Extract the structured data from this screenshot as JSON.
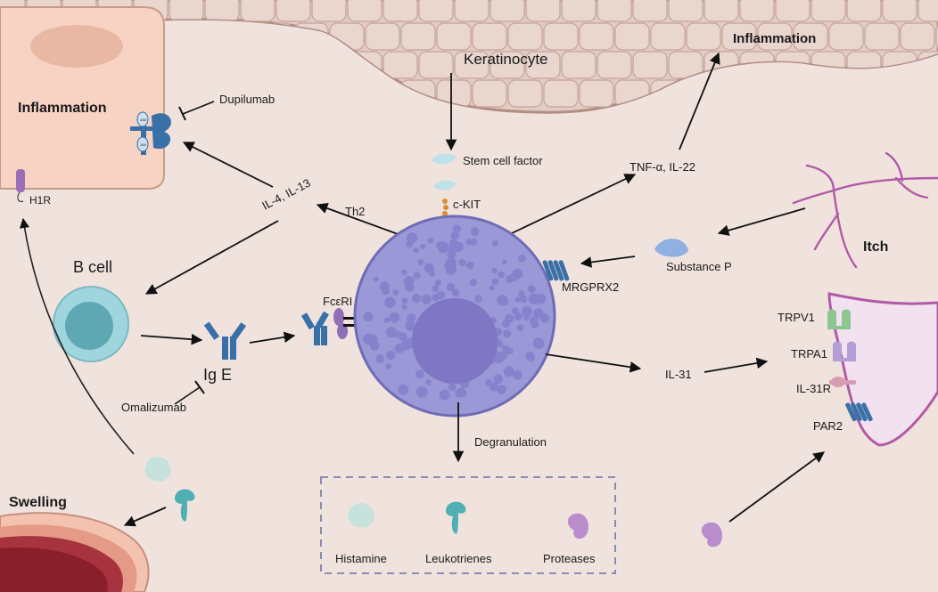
{
  "labels": {
    "keratinocyte": "Keratinocyte",
    "inflammation_left": "Inflammation",
    "inflammation_top": "Inflammation",
    "dupilumab": "Dupilumab",
    "jak": "JAK",
    "h1r": "H1R",
    "il4_il13": "IL-4, IL-13",
    "th2": "Th2",
    "stem_cell_factor": "Stem cell factor",
    "c_kit": "c-KIT",
    "tnf_il22": "TNF-α, IL-22",
    "substance_p": "Substance P",
    "itch": "Itch",
    "mrgprx2": "MRGPRX2",
    "b_cell": "B cell",
    "fceri": "FcεRI",
    "ige": "Ig E",
    "omalizumab": "Omalizumab",
    "trpv1": "TRPV1",
    "trpa1": "TRPA1",
    "il31": "IL-31",
    "il31r": "IL-31R",
    "par2": "PAR2",
    "degranulation": "Degranulation",
    "swelling": "Swelling",
    "histamine": "Histamine",
    "leukotrienes": "Leukotrienes",
    "proteases": "Proteases"
  },
  "colors": {
    "background": "#f0e3de",
    "skin": "#e2cdc5",
    "skin_cell_line": "#c9aaa0",
    "mast_cell": "#9b98d8",
    "mast_nucleus": "#7f76c4",
    "b_cell": "#9fd6dd",
    "b_nucleus": "#5fa8b3",
    "neuron": "#f2e1ef",
    "neuron_line": "#b15aa5",
    "vessel": "#a6333e",
    "histamine": "#c7e2dc",
    "leukotriene": "#4fb0b3",
    "protease": "#b98ccb",
    "receptor_blue": "#3a70a8",
    "arrow": "#111111"
  }
}
